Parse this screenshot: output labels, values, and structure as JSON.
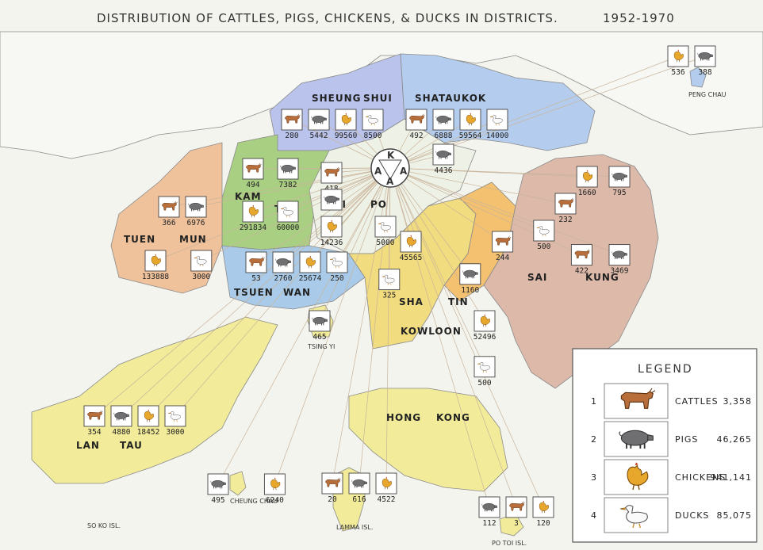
{
  "title": "DISTRIBUTION OF CATTLES, PIGS, CHICKENS, & DUCKS IN DISTRICTS.",
  "years": "1952-1970",
  "center_badge": {
    "top": "K",
    "left": "A",
    "right": "A",
    "bottom": "A"
  },
  "districts": [
    {
      "id": "sheung-shui",
      "label_parts": [
        "SHEUNG",
        "SHUI"
      ]
    },
    {
      "id": "shataukok",
      "label_parts": [
        "SHATAUKOK"
      ]
    },
    {
      "id": "kam-tin",
      "label_parts": [
        "KAM",
        "TIN"
      ]
    },
    {
      "id": "tai-po",
      "label_parts": [
        "TAI",
        "PO"
      ]
    },
    {
      "id": "tuen-mun",
      "label_parts": [
        "TUEN",
        "MUN"
      ]
    },
    {
      "id": "tsuen-wan",
      "label_parts": [
        "TSUEN",
        "WAN"
      ]
    },
    {
      "id": "sha-tin",
      "label_parts": [
        "SHA",
        "TIN"
      ]
    },
    {
      "id": "sai-kung",
      "label_parts": [
        "SAI",
        "KUNG"
      ]
    },
    {
      "id": "kowloon",
      "label_parts": [
        "KOWLOON"
      ]
    },
    {
      "id": "hong-kong",
      "label_parts": [
        "HONG",
        "KONG"
      ]
    },
    {
      "id": "lan-tau",
      "label_parts": [
        "LAN",
        "TAU"
      ]
    }
  ],
  "small_places": [
    "PENG CHAU",
    "TSING YI",
    "CHEUNG CHAU",
    "SO KO ISL.",
    "LAMMA ISL.",
    "PO TOI ISL."
  ],
  "groups": [
    {
      "id": "sheung-shui",
      "items": [
        {
          "animal": "cattle",
          "value": "280"
        },
        {
          "animal": "pig",
          "value": "5442"
        },
        {
          "animal": "chicken",
          "value": "99560"
        },
        {
          "animal": "duck",
          "value": "8500"
        }
      ]
    },
    {
      "id": "shataukok",
      "items": [
        {
          "animal": "cattle",
          "value": "492"
        },
        {
          "animal": "pig",
          "value": "6888"
        },
        {
          "animal": "chicken",
          "value": "59564"
        },
        {
          "animal": "duck",
          "value": "14000"
        }
      ]
    },
    {
      "id": "shataukok-pig",
      "items": [
        {
          "animal": "pig",
          "value": "4436"
        }
      ]
    },
    {
      "id": "peng-chau",
      "items": [
        {
          "animal": "chicken",
          "value": "536"
        },
        {
          "animal": "pig",
          "value": "388"
        }
      ]
    },
    {
      "id": "kam-tin",
      "items": [
        {
          "animal": "cattle",
          "value": "494"
        },
        {
          "animal": "pig",
          "value": "7382"
        },
        {
          "animal": "chicken",
          "value": "291834"
        },
        {
          "animal": "duck",
          "value": "60000"
        }
      ]
    },
    {
      "id": "tai-po",
      "items": [
        {
          "animal": "cattle",
          "value": "418"
        },
        {
          "animal": "pig",
          "value": ""
        },
        {
          "animal": "chicken",
          "value": "14236"
        },
        {
          "animal": "duck",
          "value": "5000"
        }
      ]
    },
    {
      "id": "tuen-mun",
      "items": [
        {
          "animal": "cattle",
          "value": "366"
        },
        {
          "animal": "pig",
          "value": "6976"
        },
        {
          "animal": "chicken",
          "value": "133888"
        },
        {
          "animal": "duck",
          "value": "3000"
        }
      ]
    },
    {
      "id": "tsuen-wan",
      "items": [
        {
          "animal": "cattle",
          "value": "53"
        },
        {
          "animal": "pig",
          "value": "2760"
        },
        {
          "animal": "chicken",
          "value": "25674"
        },
        {
          "animal": "duck",
          "value": "250"
        }
      ]
    },
    {
      "id": "sha-tin",
      "items": [
        {
          "animal": "chicken",
          "value": "45565"
        },
        {
          "animal": "duck",
          "value": "325"
        },
        {
          "animal": "cattle",
          "value": "244"
        },
        {
          "animal": "pig",
          "value": "1160"
        }
      ]
    },
    {
      "id": "sai-kung",
      "items": [
        {
          "animal": "chicken",
          "value": "1660"
        },
        {
          "animal": "pig",
          "value": "795"
        },
        {
          "animal": "cattle",
          "value": "232"
        },
        {
          "animal": "duck",
          "value": "500"
        },
        {
          "animal": "cattle",
          "value": "422"
        },
        {
          "animal": "pig",
          "value": "3469"
        }
      ]
    },
    {
      "id": "kowloon",
      "items": [
        {
          "animal": "chicken",
          "value": "52496"
        },
        {
          "animal": "duck",
          "value": "500"
        }
      ]
    },
    {
      "id": "tsing-yi",
      "items": [
        {
          "animal": "pig",
          "value": "465"
        }
      ]
    },
    {
      "id": "lan-tau",
      "items": [
        {
          "animal": "cattle",
          "value": "354"
        },
        {
          "animal": "pig",
          "value": "4880"
        },
        {
          "animal": "chicken",
          "value": "18452"
        },
        {
          "animal": "duck",
          "value": "3000"
        }
      ]
    },
    {
      "id": "cheung-chau",
      "items": [
        {
          "animal": "pig",
          "value": "495"
        },
        {
          "animal": "chicken",
          "value": "6240"
        }
      ]
    },
    {
      "id": "lamma",
      "items": [
        {
          "animal": "cattle",
          "value": "20"
        },
        {
          "animal": "pig",
          "value": "616"
        },
        {
          "animal": "chicken",
          "value": "4522"
        }
      ]
    },
    {
      "id": "po-toi",
      "items": [
        {
          "animal": "pig",
          "value": "112"
        },
        {
          "animal": "cattle",
          "value": "3"
        },
        {
          "animal": "chicken",
          "value": "120"
        }
      ]
    }
  ],
  "legend": {
    "title": "LEGEND",
    "rows": [
      {
        "num": "1",
        "animal": "cattle",
        "name": "CATTLES",
        "total": "3,358"
      },
      {
        "num": "2",
        "animal": "pig",
        "name": "PIGS",
        "total": "46,265"
      },
      {
        "num": "3",
        "animal": "chicken",
        "name": "CHICKENS",
        "total": "941,141"
      },
      {
        "num": "4",
        "animal": "duck",
        "name": "DUCKS",
        "total": "85,075"
      }
    ]
  },
  "colors": {
    "north": "#b9c3ec",
    "northeast": "#b4cdee",
    "kamtin": "#a9cf83",
    "tuenmun": "#efc29c",
    "taipo": "#eef1e6",
    "tsuenwan": "#a9cbe9",
    "shatin": "#f1dc7f",
    "shatin_east": "#f3c170",
    "saikung": "#dcb9a9",
    "islands": "#f2eb9a",
    "china": "#f7f7f3"
  }
}
